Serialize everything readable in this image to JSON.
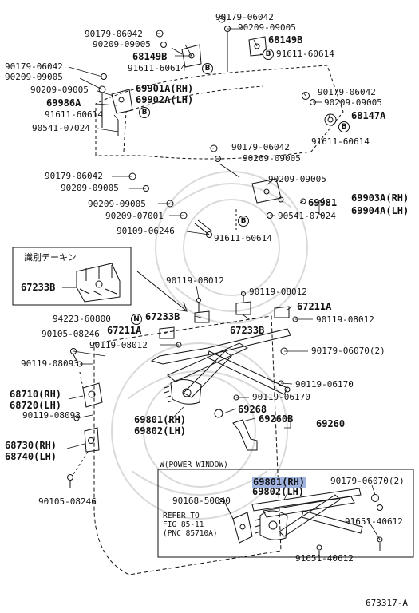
{
  "diagram_id": "673317-A",
  "colors": {
    "line": "#111111",
    "highlight": "#9fb3de",
    "watermark": "#d9d9d9"
  },
  "markers": {
    "bolt_ref": "B",
    "nut_ref": "N"
  },
  "labels": {
    "p_90179_06042_a": "90179-06042",
    "p_90209_09005_a": "90209-09005",
    "p_68149b_a": "68149B",
    "p_91611_60614_a": "91611-60614",
    "p_90179_06042_b": "90179-06042",
    "p_90209_09005_b": "90209-09005",
    "p_68149b_b": "68149B",
    "p_91611_60614_b": "91611-60614",
    "p_90179_06042_c": "90179-06042",
    "p_90209_09005_c": "90209-09005",
    "p_90209_09005_d": "90209-09005",
    "p_69986a": "69986A",
    "p_69901a": "69901A(RH)",
    "p_69902a": "69902A(LH)",
    "p_91611_60614_c": "91611-60614",
    "p_90541_07024_a": "90541-07024",
    "p_90179_06042_d": "90179-06042",
    "p_90209_09005_e": "90209-09005",
    "p_68147a": "68147A",
    "p_91611_60614_d": "91611-60614",
    "p_90179_06042_e": "90179-06042",
    "p_90209_09005_f": "90209-09005",
    "p_90209_09005_g": "90209-09005",
    "p_69981": "69981",
    "p_69903a": "69903A(RH)",
    "p_69904a": "69904A(LH)",
    "p_90541_07024_b": "90541-07024",
    "p_91611_60614_e": "91611-60614",
    "p_90179_06042_f": "90179-06042",
    "p_90209_09005_h": "90209-09005",
    "p_90209_09005_i": "90209-09005",
    "p_90209_07001": "90209-07001",
    "p_90109_06246": "90109-06246",
    "inset_title": "識別テーキン",
    "p_67233b_inset": "67233B",
    "p_90119_08012_a": "90119-08012",
    "p_90119_08012_b": "90119-08012",
    "p_94223_60800": "94223-60800",
    "p_67233b_a": "67233B",
    "p_67211a_a": "67211A",
    "p_67233b_b": "67233B",
    "p_67211a_b": "67211A",
    "p_90119_08012_c": "90119-08012",
    "p_90105_08246_a": "90105-08246",
    "p_90119_08012_d": "90119-08012",
    "p_90179_06070_a": "90179-06070(2)",
    "p_90119_08093_a": "90119-08093",
    "p_90119_06170_a": "90119-06170",
    "p_68710": "68710(RH)",
    "p_68720": "68720(LH)",
    "p_90119_06170_b": "90119-06170",
    "p_90119_08093_b": "90119-08093",
    "p_69268": "69268",
    "p_69260b": "69260B",
    "p_69260": "69260",
    "p_69801_a": "69801(RH)",
    "p_69802_a": "69802(LH)",
    "p_68730": "68730(RH)",
    "p_68740": "68740(LH)",
    "p_90105_08246_b": "90105-08246",
    "pw_title": "W(POWER WINDOW)",
    "p_69801_b": "69801(RH)",
    "p_69802_b": "69802(LH)",
    "p_90179_06070_b": "90179-06070(2)",
    "p_90168_50040": "90168-50040",
    "refer_line1": "REFER TO",
    "refer_line2": "FIG 85-11",
    "refer_line3": "(PNC 85710A)",
    "p_91651_40612_a": "91651-40612",
    "p_91651_40612_b": "91651-40612"
  }
}
